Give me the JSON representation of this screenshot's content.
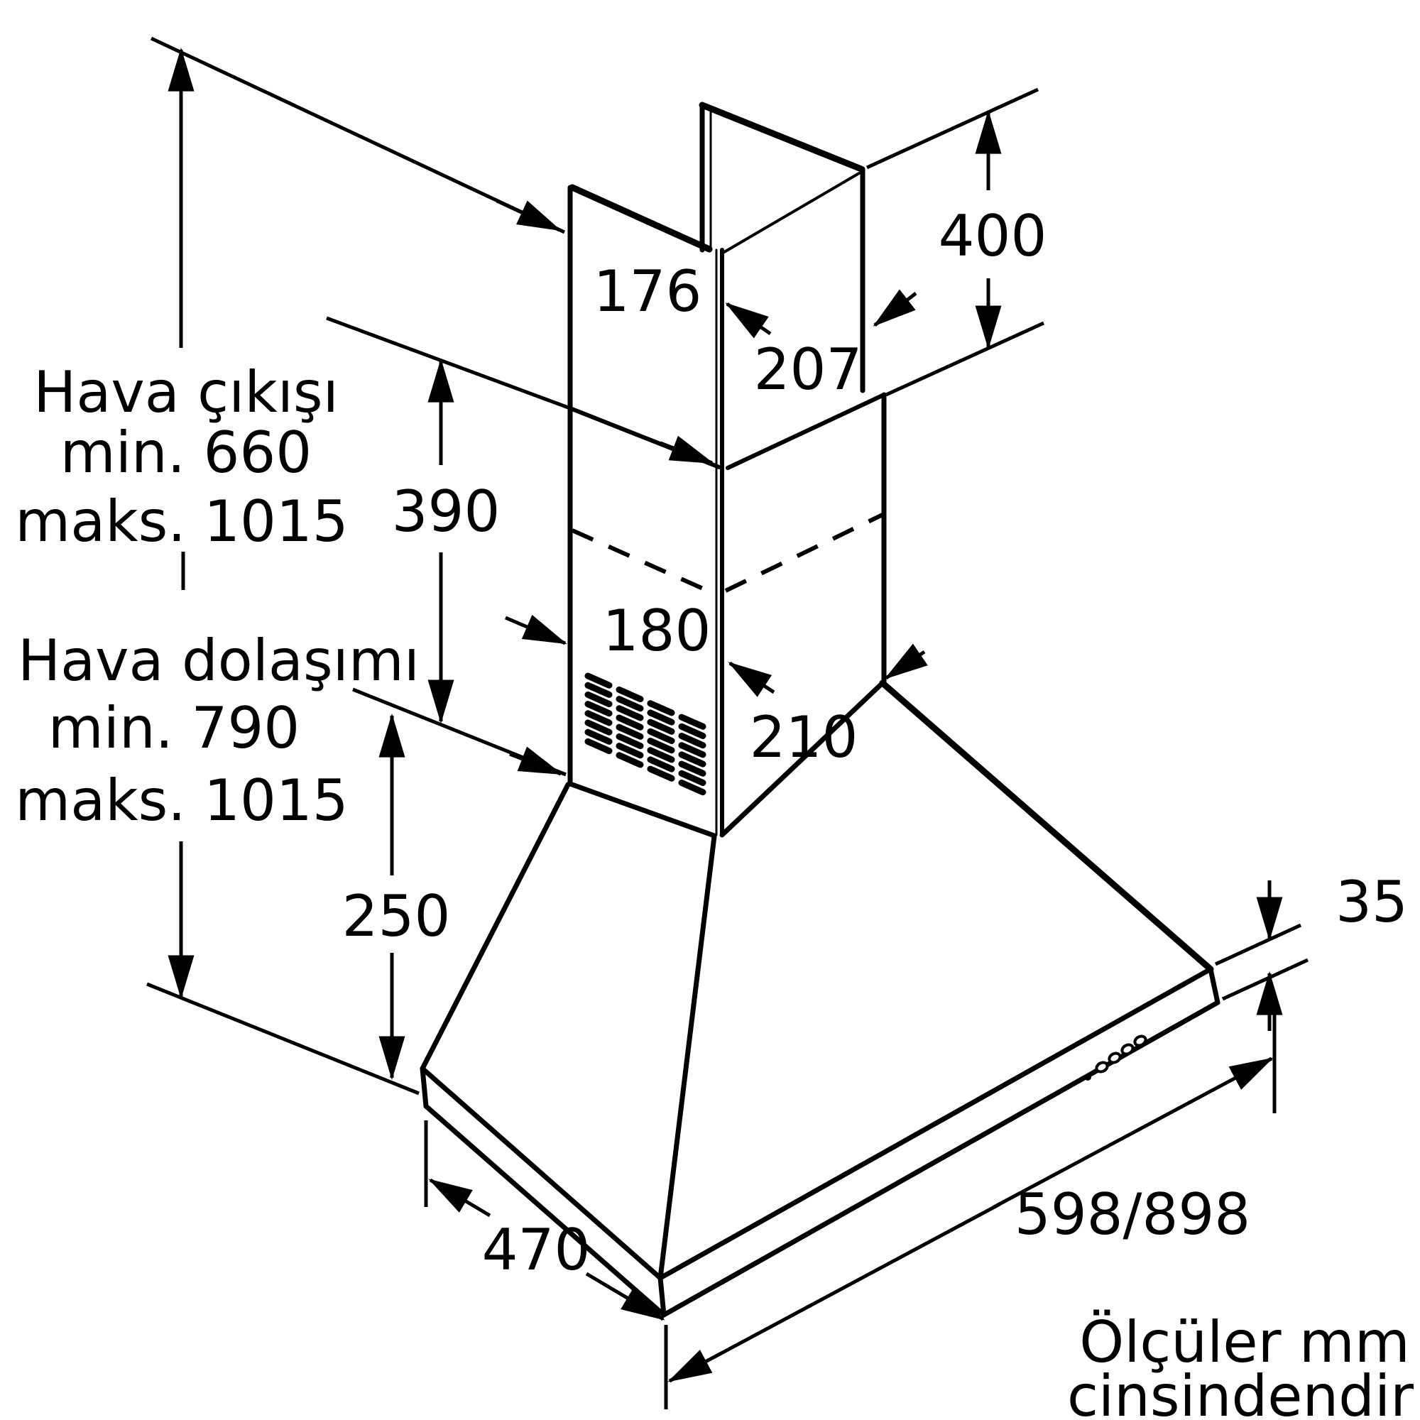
{
  "diagram": {
    "type": "technical-dimension-drawing",
    "subject": "wall-mounted chimney cooker hood",
    "unit_note": [
      "Ölçüler mm",
      "cinsindendir"
    ],
    "annotations": {
      "air_outlet": [
        "Hava çıkışı",
        "min. 660",
        "maks. 1015"
      ],
      "air_recirculation": [
        "Hava dolaşımı",
        "min. 790",
        "maks. 1015"
      ]
    },
    "dimensions_mm": {
      "chimney_upper_depth": "176",
      "chimney_upper_width": "207",
      "chimney_upper_height": "400",
      "chimney_lower_height": "390",
      "chimney_lower_depth": "180",
      "chimney_lower_width": "210",
      "hood_body_height": "250",
      "hood_base_depth": "470",
      "hood_base_width": "598/898",
      "base_edge_thickness": "35"
    },
    "colors": {
      "line": "#000000",
      "background": "#ffffff"
    }
  }
}
